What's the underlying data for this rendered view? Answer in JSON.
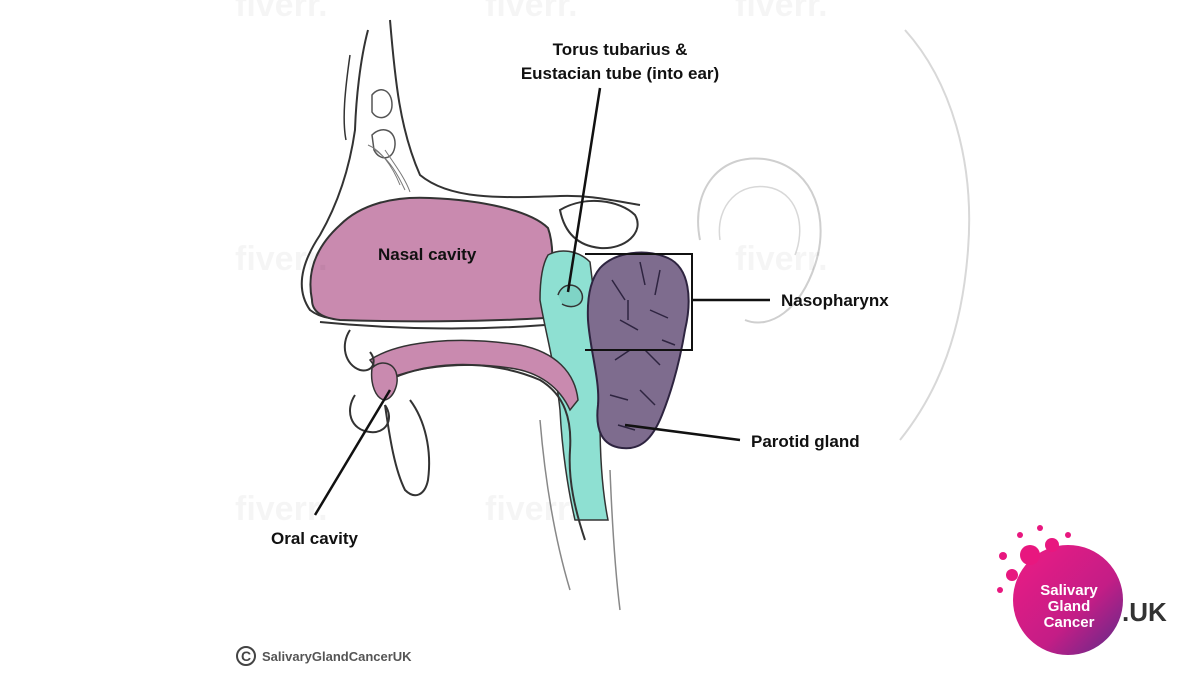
{
  "labels": {
    "torus_line1": "Torus tubarius &",
    "torus_line2": "Eustacian tube (into ear)",
    "nasal_cavity": "Nasal cavity",
    "nasopharynx": "Nasopharynx",
    "parotid_gland": "Parotid gland",
    "oral_cavity": "Oral cavity"
  },
  "copyright": {
    "symbol": "C",
    "text": "SalivaryGlandCancerUK"
  },
  "logo": {
    "line1": "Salivary",
    "line2": "Gland",
    "line3": "Cancer",
    "suffix": ".UK"
  },
  "watermark": "fiverr.",
  "colors": {
    "nasal_fill": "#c98aaf",
    "pharynx_fill": "#8ee0d2",
    "parotid_fill": "#7e6c8e",
    "outline": "#333333",
    "logo_pink": "#e8177f",
    "logo_purple": "#6a2a8c"
  }
}
